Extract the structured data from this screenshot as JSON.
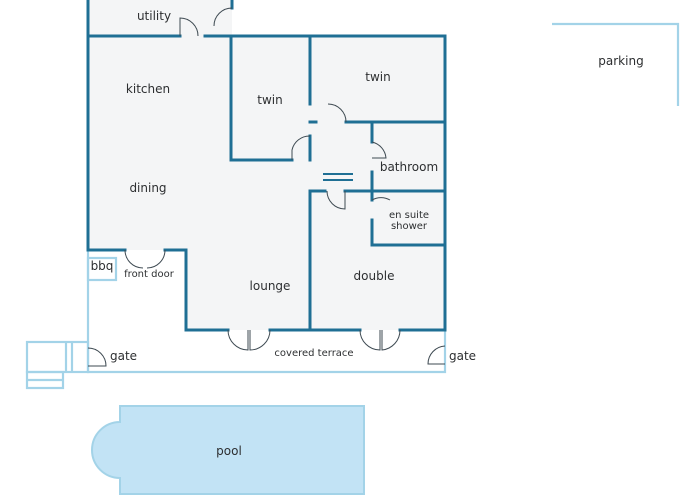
{
  "rooms": {
    "utility": "utility",
    "kitchen": "kitchen",
    "dining": "dining",
    "twin_1": "twin",
    "twin_2": "twin",
    "bathroom": "bathroom",
    "en_suite_line1": "en suite",
    "en_suite_line2": "shower",
    "bbq": "bbq",
    "front_door": "front door",
    "lounge": "lounge",
    "double": "double",
    "covered_terrace": "covered terrace",
    "gate_left": "gate",
    "gate_right": "gate",
    "parking": "parking",
    "pool": "pool"
  },
  "colors": {
    "wall": "#1f6f94",
    "outline_light": "#a3d3e8",
    "pool": "#c2e3f5",
    "room_fill": "#f4f5f6"
  }
}
